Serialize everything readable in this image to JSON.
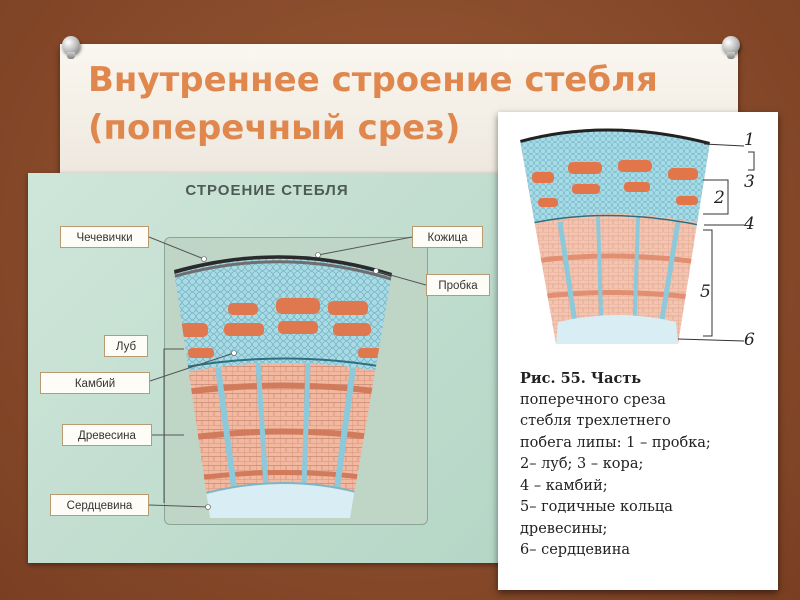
{
  "slide": {
    "title_line1": "Внутреннее строение стебля",
    "title_line2": "(поперечный срез)"
  },
  "left_diagram": {
    "title": "СТРОЕНИЕ  СТЕБЛЯ",
    "labels": {
      "chechevichki": "Чечевички",
      "kozhitsa": "Кожица",
      "probka": "Пробка",
      "lub": "Луб",
      "kambiy": "Камбий",
      "drevesina": "Древесина",
      "serdtsevina": "Сердцевина"
    }
  },
  "right_figure": {
    "numbers": [
      "1",
      "2",
      "3",
      "4",
      "5",
      "6"
    ],
    "caption_line1": "Рис. 55. Часть",
    "caption_line2": "поперечного среза",
    "caption_line3": "стебля трехлетнего",
    "caption_line4": "побега липы: 1 – пробка;",
    "caption_line5": "2– луб; 3 – кора;",
    "caption_line6": "4 – камбий;",
    "caption_line7": "5– годичные кольца",
    "caption_line8": "древесины;",
    "caption_line9": "6– сердцевина"
  },
  "colors": {
    "title": "#e0874e",
    "background": "#8e4f2f",
    "wood": "#f2b8a0",
    "phloem": "#e0784f",
    "cortex": "#a9dbe4",
    "pith": "#d9eef4"
  }
}
